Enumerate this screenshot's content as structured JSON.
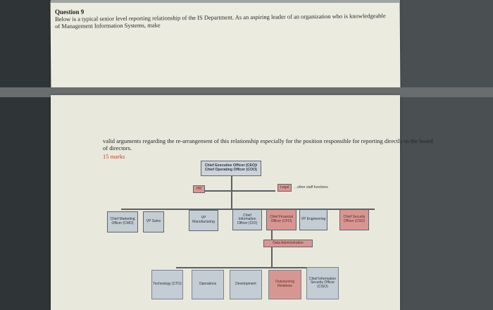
{
  "question": {
    "title": "Question 9",
    "text": "Below is a typical senior level reporting relationship of the IS Department. As an aspiring leader of an organization who is knowledgeable of Management Information Systems, make",
    "continuation": "valid arguments regarding the re-arrangement of this relationship especially for the position responsible for reporting directly to the board of directors.",
    "marks": "15 marks"
  },
  "chart": {
    "ceo_line1": "Chief Executive Officer (CEO)/",
    "ceo_line2": "Chief Operating Officer (COO)",
    "hr": "HR",
    "legal": "Legal",
    "other_staff": "...other staff functions",
    "cmo": "Chief Marketing Officer (CMO)",
    "vp_sales": "VP Sales",
    "vp_manufacturing": "VP Manufacturing",
    "cio": "Chief Information Officer (CIO)",
    "cfo": "Chief Financial Officer (CFO)",
    "vp_engineering": "VP Engineering",
    "cso": "Chief Security Officer (CSO)",
    "data_admin": "Data Administration",
    "cto": "Technology (CTO)",
    "operations": "Operations",
    "development": "Development",
    "outsourcing": "Outsourcing Relations",
    "ciso": "Chief Information Security Officer (CISO)"
  },
  "colors": {
    "paper": "#ecebe0",
    "box_blue": "#c4ccd4",
    "box_red": "#d89692",
    "marks": "#b8412e"
  }
}
